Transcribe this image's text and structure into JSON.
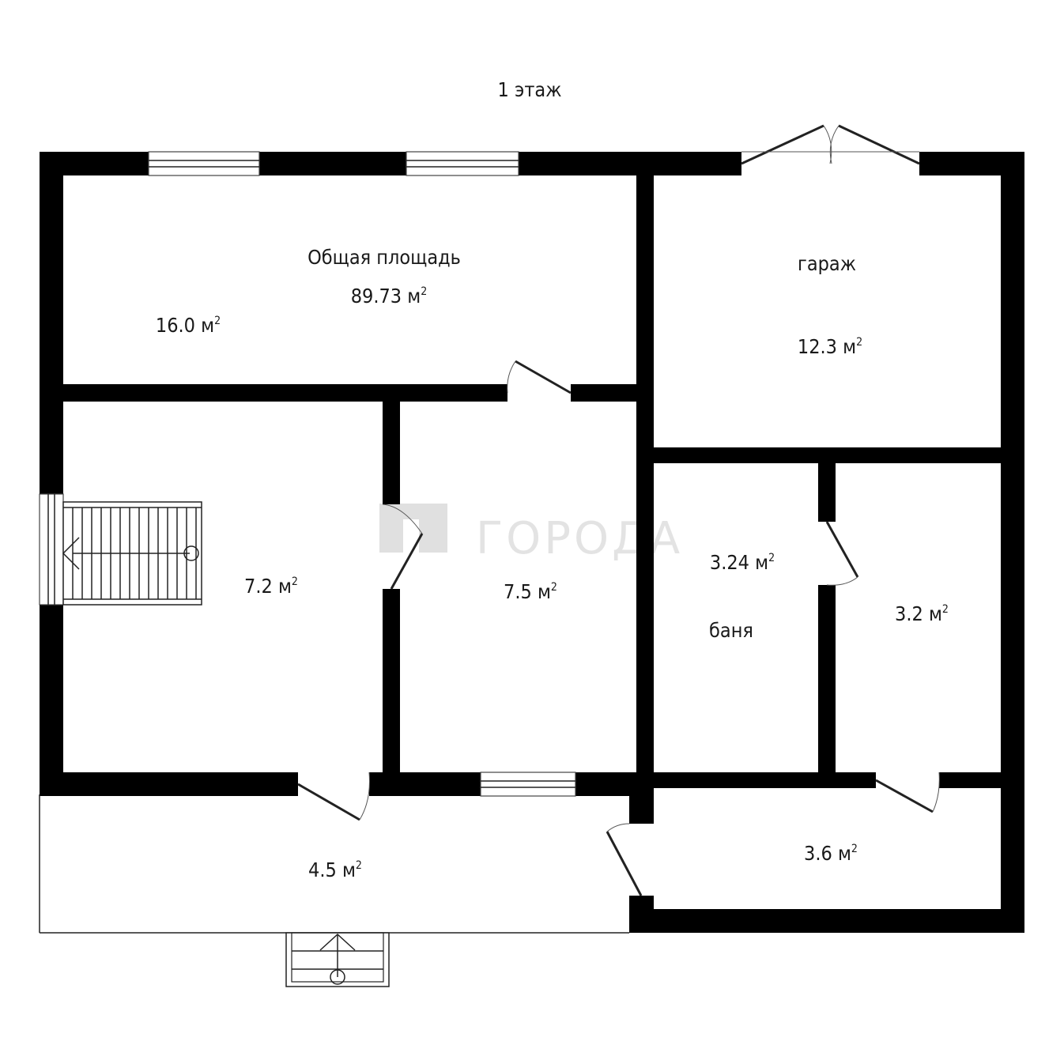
{
  "plan": {
    "title": "1 этаж",
    "total_label": "Общая площадь",
    "total_area": "89.73 м",
    "area_unit_sup": "2",
    "watermark": "ГОРОДА"
  },
  "rooms": [
    {
      "id": "room-living",
      "area": "16.0 м",
      "name": ""
    },
    {
      "id": "room-garage",
      "area": "12.3 м",
      "name": "гараж"
    },
    {
      "id": "room-stair-hall",
      "area": "7.2 м",
      "name": ""
    },
    {
      "id": "room-middle",
      "area": "7.5 м",
      "name": ""
    },
    {
      "id": "room-sauna",
      "area": "3.24 м",
      "name": "баня"
    },
    {
      "id": "room-small-right",
      "area": "3.2 м",
      "name": ""
    },
    {
      "id": "room-veranda",
      "area": "4.5 м",
      "name": ""
    },
    {
      "id": "room-corridor-right",
      "area": "3.6 м",
      "name": ""
    }
  ],
  "colors": {
    "wall": "#000000",
    "background": "#ffffff",
    "watermark": "#e0e0e0"
  }
}
